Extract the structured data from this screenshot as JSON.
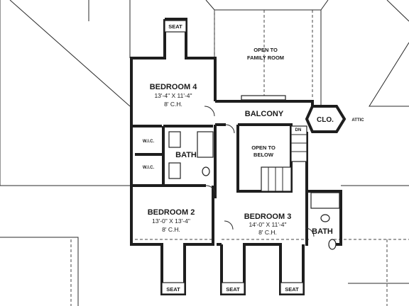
{
  "rooms": {
    "bedroom4": {
      "name": "BEDROOM 4",
      "dims": "13'-4\" X 11'-4\"",
      "ceiling": "8' C.H."
    },
    "bedroom2": {
      "name": "BEDROOM 2",
      "dims": "13'-0\" X 13'-4\"",
      "ceiling": "8' C.H."
    },
    "bedroom3": {
      "name": "BEDROOM 3",
      "dims": "14'-0\" X 11'-4\"",
      "ceiling": "8' C.H."
    },
    "balcony": {
      "name": "BALCONY"
    },
    "bath_upper": {
      "name": "BATH"
    },
    "bath_lower": {
      "name": "BATH"
    },
    "closet": {
      "name": "CLO."
    },
    "attic": {
      "name": "ATTIC"
    },
    "wic_top": {
      "name": "W.I.C."
    },
    "wic_bottom": {
      "name": "W.I.C."
    }
  },
  "open_family": {
    "line1": "OPEN TO",
    "line2": "FAMILY ROOM"
  },
  "open_below": {
    "line1": "OPEN TO",
    "line2": "BELOW"
  },
  "stair_label": "DN",
  "seats": [
    "SEAT",
    "SEAT",
    "SEAT",
    "SEAT"
  ]
}
